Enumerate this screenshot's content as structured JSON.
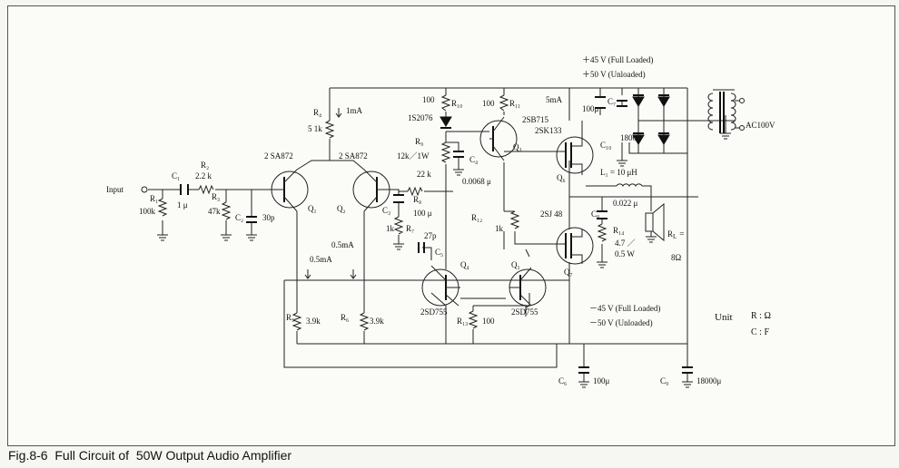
{
  "caption": "Fig.8-6  Full Circuit of  50W Output Audio Amplifier",
  "labels": {
    "input": "Input",
    "r1": "R₁",
    "r1_val": "100k",
    "c1": "C₁",
    "c1_val": "1 μ",
    "r2": "R₂",
    "r2_val": "2.2 k",
    "r3": "R₃",
    "r3_val": "47k",
    "c2": "C₂",
    "c2_val": "30p",
    "q1_type": "2 SA872",
    "q1": "Q₁",
    "q2_type": "2 SA872",
    "q2": "Q₂",
    "r4": "R₄",
    "r4_val": "5 1k",
    "i_1ma": "1mA",
    "r10_val": "100",
    "r10": "R₁₀",
    "d_1s2076": "1S2076",
    "r11_val": "100",
    "r11": "R₁₁",
    "i_5ma": "5mA",
    "q3_type": "2SB715",
    "q6_type": "2SK133",
    "q3": "Q₃",
    "r9": "R₉",
    "r9_val": "12k／1W",
    "c4": "C₄",
    "c4_val": "0.0068 μ",
    "r8_val": "22 k",
    "r8": "R₈",
    "c3_val": "100 μ",
    "c3": "C₃",
    "r7_val": "1k",
    "r7": "R₇",
    "c5_val": "27p",
    "c5": "C₅",
    "i_05ma_a": "0.5mA",
    "i_05ma_b": "0.5mA",
    "q4": "Q₄",
    "q5": "Q₅",
    "q4_type": "2SD755",
    "q5_type": "2SD755",
    "r12": "R₁₂",
    "r12_val": "1k",
    "r13": "R₁₃",
    "r13_val": "100",
    "r5": "R₅",
    "r5_val": "3.9k",
    "r6": "R₆",
    "r6_val": "3.9k",
    "q7_type": "2SJ 48",
    "q6": "Q₆",
    "q7": "Q₇",
    "c8": "C₈",
    "c8_val": "0.022 μ",
    "r14": "R₁₄",
    "r14_val_a": "4.7 ／",
    "r14_val_b": "0.5 W",
    "l1": "L₁ = 10 μH",
    "rl": "R",
    "rl_sub": "L",
    "rl_eq": "=",
    "rl_val": "8Ω",
    "c7": "C₇",
    "c7_val": "100μ",
    "c10": "C₁₀",
    "c10_val": "1800μ",
    "vplus_full": "＋45 V  (Full Loaded)",
    "vplus_un": "＋50 V   (Unloaded)",
    "vminus_full": "－45 V  (Full Loaded)",
    "vminus_un": "－50 V   (Unloaded)",
    "ac": "AC100V",
    "c6": "C₆",
    "c6_val": "100μ",
    "c9": "C₉",
    "c9_val": "18000μ",
    "unit": "Unit",
    "unit_r": "R  :  Ω",
    "unit_c": "C  :  F"
  }
}
